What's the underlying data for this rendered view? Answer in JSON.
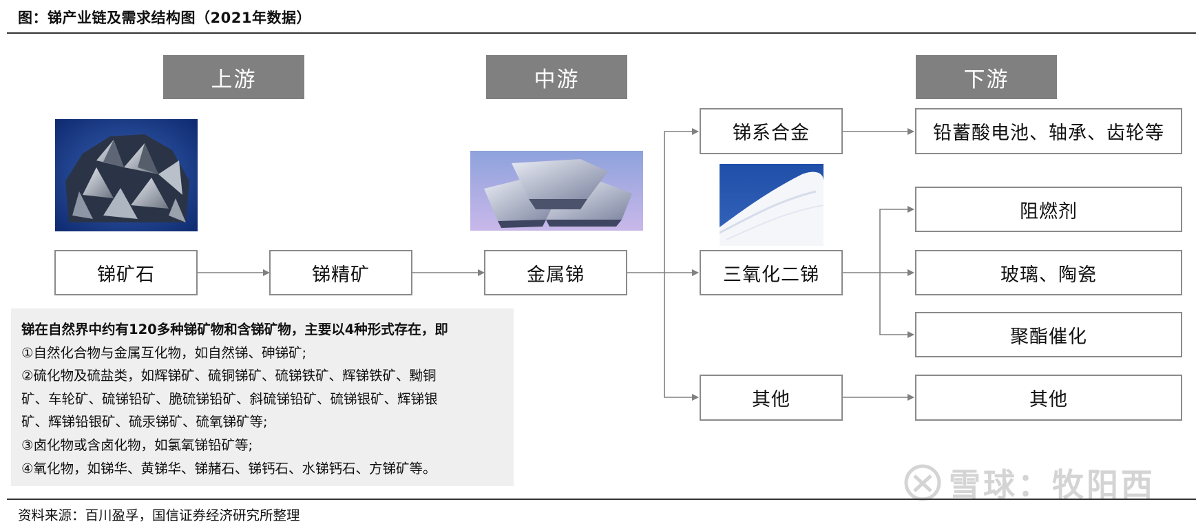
{
  "header": {
    "title": "图：锑产业链及需求结构图（2021年数据）"
  },
  "stages": {
    "upstream": "上游",
    "midstream": "中游",
    "downstream": "下游"
  },
  "chain": {
    "ore": "锑矿石",
    "concentrate": "锑精矿",
    "metal": "金属锑"
  },
  "products": {
    "alloy": "锑系合金",
    "trioxide": "三氧化二锑",
    "other": "其他"
  },
  "downstream": {
    "battery": "铅蓄酸电池、轴承、齿轮等",
    "flame_retardant": "阻燃剂",
    "glass_ceramic": "玻璃、陶瓷",
    "polyester_catalyst": "聚酯催化",
    "other": "其他"
  },
  "note": {
    "lines": [
      "锑在自然界中约有120多种锑矿物和含锑矿物，主要以4种形式存在，即",
      "①自然化合物与金属互化物，如自然锑、砷锑矿;",
      "②硫化物及硫盐类，如辉锑矿、硫铜锑矿、硫锑铁矿、辉锑铁矿、黝铜",
      "矿、车轮矿、硫锑铅矿、脆硫锑铅矿、斜硫锑铅矿、硫锑银矿、辉锑银",
      "矿、辉锑铅银矿、硫汞锑矿、硫氧锑矿等;",
      "③卤化物或含卤化物，如氯氧锑铅矿等;",
      "④氧化物，如锑华、黄锑华、锑赭石、锑钙石、水锑钙石、方锑矿等。"
    ]
  },
  "source": "资料来源：百川盈孚，国信证券经济研究所整理",
  "watermark": "雪球：牧阳西",
  "colors": {
    "stage_bg": "#808080",
    "box_border": "#8a8a8a",
    "arrow": "#808080",
    "note_bg": "#efefef"
  }
}
